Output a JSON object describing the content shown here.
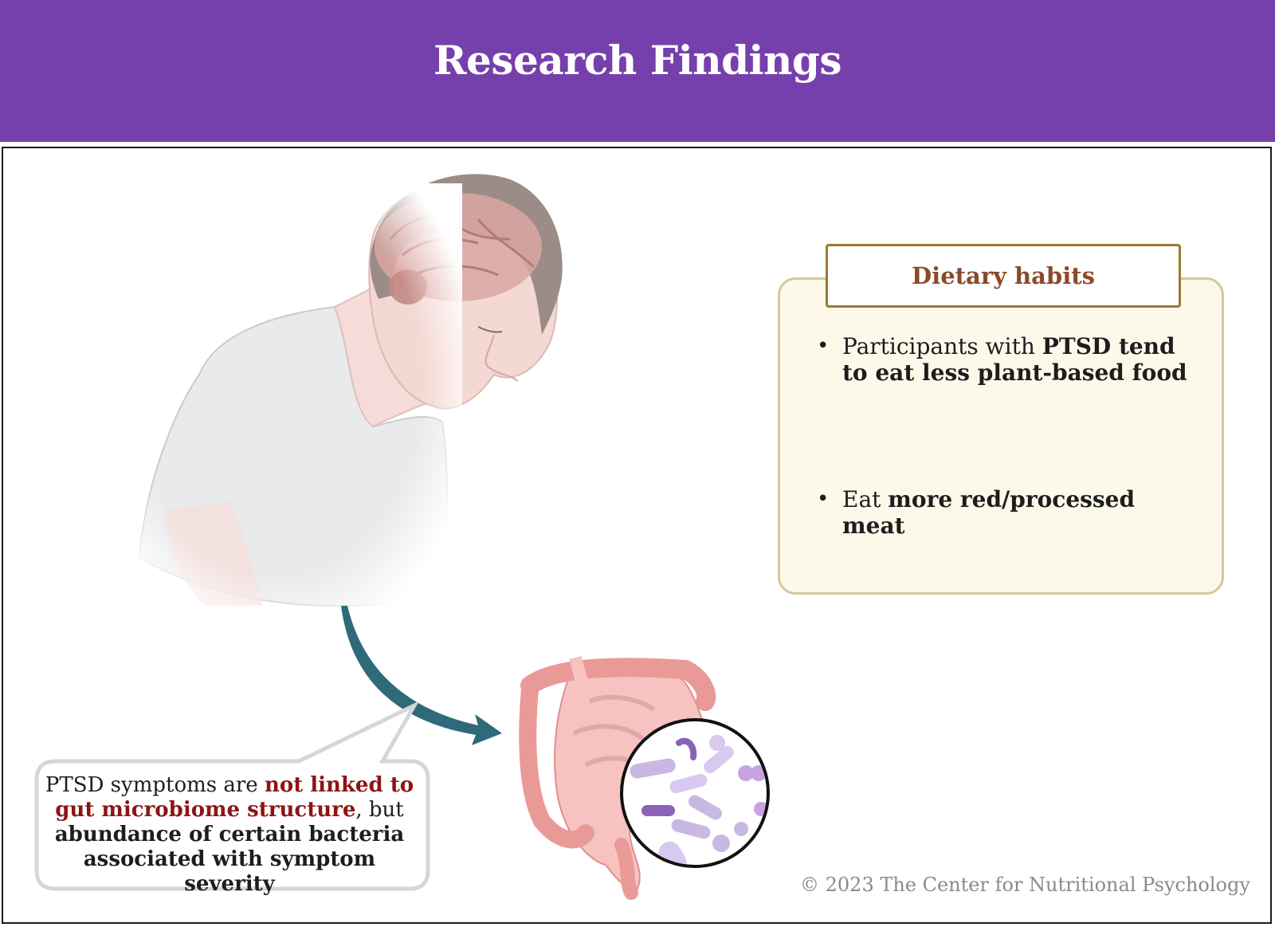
{
  "header": {
    "title": "Research Findings"
  },
  "callout": {
    "part1": "PTSD symptoms are ",
    "highlight": "not linked to gut microbiome structure",
    "part2": ", but ",
    "bold": "abundance of certain bacteria associated with symptom severity"
  },
  "dietary": {
    "title": "Dietary habits",
    "bullet1_prefix": "Participants with ",
    "bullet1_bold": "PTSD tend to eat less plant-based food",
    "bullet2_prefix": "Eat ",
    "bullet2_bold": "more red/processed meat"
  },
  "footer": {
    "copyright": "© 2023 The Center for Nutritional Psychology"
  },
  "colors": {
    "header": "#7540ab",
    "arrow": "#2e6a7a",
    "highlight": "#8e1414",
    "diet_title": "#8a4a2a"
  }
}
